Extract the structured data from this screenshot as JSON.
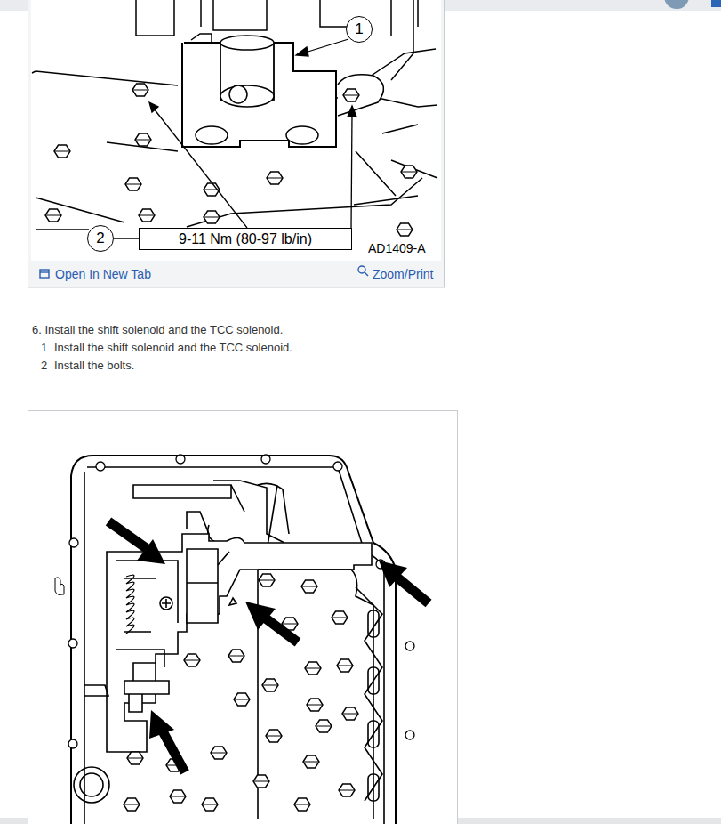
{
  "diagram": {
    "nodes": [
      {
        "text": [
          "1"
        ]
      },
      {
        "text": [
          "2"
        ]
      },
      {
        "text": [
          "9-11 Nm (80-97 lb/in)"
        ]
      }
    ],
    "edges": [
      {
        "from": 1,
        "to": 2,
        "arrow": "none"
      }
    ],
    "labels": [
      "AD1409-A",
      "Open In New Tab",
      "Zoom/Print",
      "6. Install the shift solenoid and the TCC solenoid.",
      "1",
      "Install the shift solenoid and the TCC solenoid.",
      "2",
      "Install the bolts."
    ]
  }
}
